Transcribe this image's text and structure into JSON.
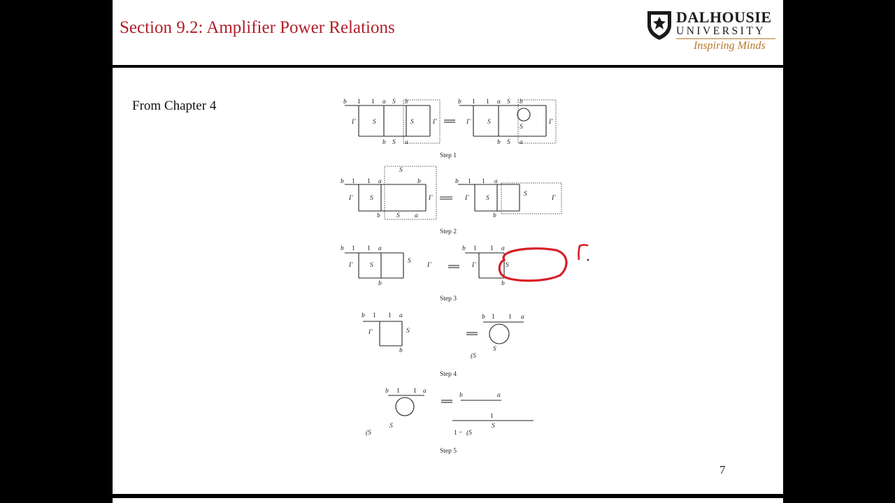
{
  "slide": {
    "title": "Section 9.2: Amplifier Power Relations",
    "logo": {
      "name": "DALHOUSIE",
      "sub": "UNIVERSITY",
      "tagline": "Inspiring Minds"
    },
    "body_text": "From Chapter 4",
    "page_number": "7"
  },
  "figure": {
    "steps": [
      "Step 1",
      "Step 2",
      "Step 3",
      "Step 4",
      "Step 5"
    ]
  },
  "colors": {
    "title": "#b01e2a",
    "tagline": "#b57a2a",
    "annotation": "#d61f26"
  }
}
